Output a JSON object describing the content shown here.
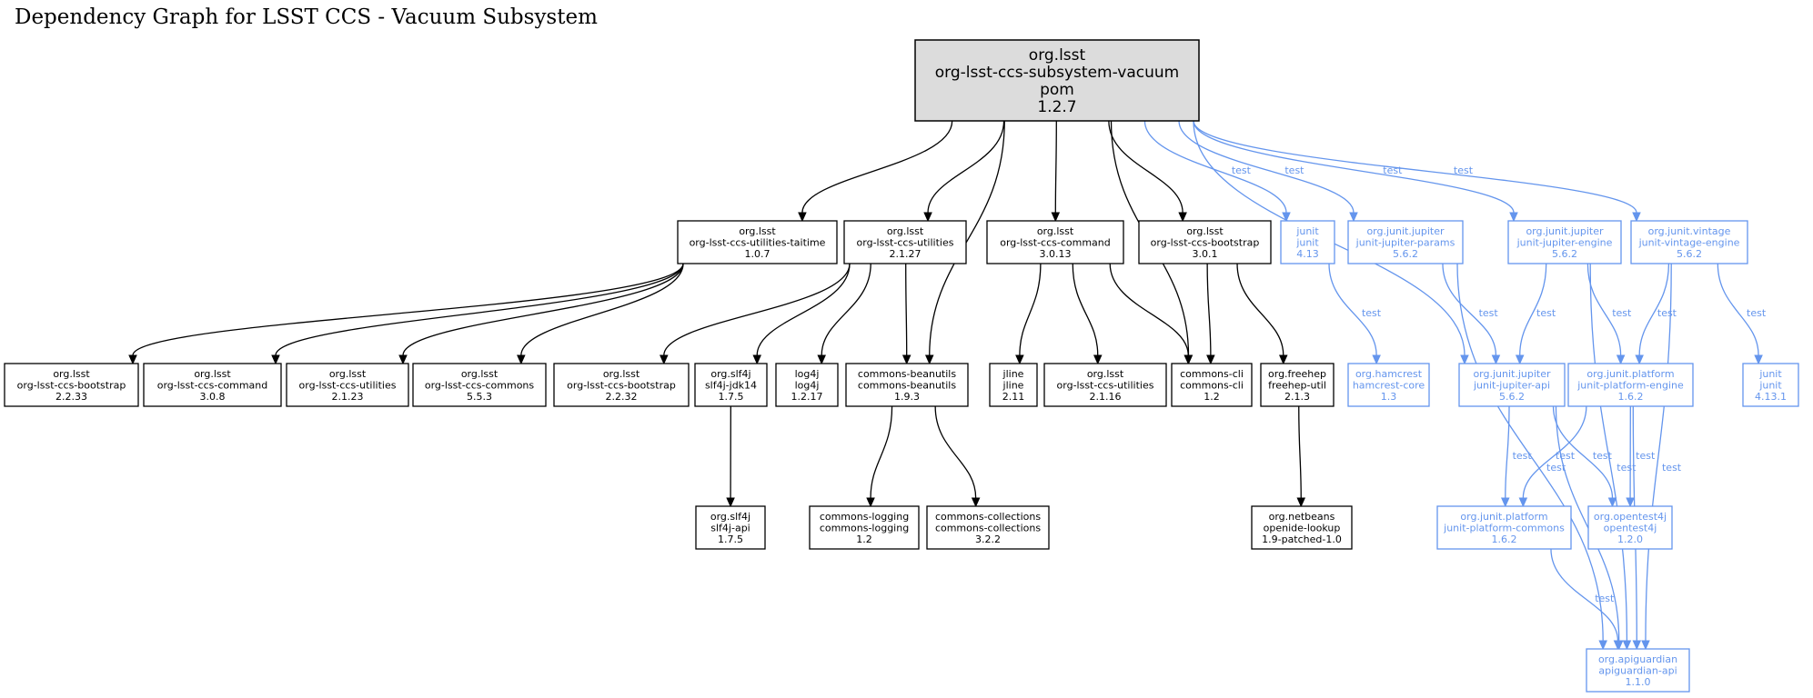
{
  "title": "Dependency Graph for LSST CCS - Vacuum Subsystem",
  "colors": {
    "compile": "#000000",
    "test": "#6495ed",
    "root_fill": "#dcdcdc"
  },
  "nodes": {
    "root": {
      "lines": [
        "org.lsst",
        "org-lsst-ccs-subsystem-vacuum",
        "pom",
        "1.2.7"
      ]
    },
    "taitime": {
      "lines": [
        "org.lsst",
        "org-lsst-ccs-utilities-taitime",
        "1.0.7"
      ]
    },
    "util2127": {
      "lines": [
        "org.lsst",
        "org-lsst-ccs-utilities",
        "2.1.27"
      ]
    },
    "cmd3013": {
      "lines": [
        "org.lsst",
        "org-lsst-ccs-command",
        "3.0.13"
      ]
    },
    "boot301": {
      "lines": [
        "org.lsst",
        "org-lsst-ccs-bootstrap",
        "3.0.1"
      ]
    },
    "junit413": {
      "lines": [
        "junit",
        "junit",
        "4.13"
      ],
      "test": true
    },
    "jparams": {
      "lines": [
        "org.junit.jupiter",
        "junit-jupiter-params",
        "5.6.2"
      ],
      "test": true
    },
    "jengine": {
      "lines": [
        "org.junit.jupiter",
        "junit-jupiter-engine",
        "5.6.2"
      ],
      "test": true
    },
    "vintage": {
      "lines": [
        "org.junit.vintage",
        "junit-vintage-engine",
        "5.6.2"
      ],
      "test": true
    },
    "boot2233": {
      "lines": [
        "org.lsst",
        "org-lsst-ccs-bootstrap",
        "2.2.33"
      ]
    },
    "cmd308": {
      "lines": [
        "org.lsst",
        "org-lsst-ccs-command",
        "3.0.8"
      ]
    },
    "util2123": {
      "lines": [
        "org.lsst",
        "org-lsst-ccs-utilities",
        "2.1.23"
      ]
    },
    "commons553": {
      "lines": [
        "org.lsst",
        "org-lsst-ccs-commons",
        "5.5.3"
      ]
    },
    "boot2232": {
      "lines": [
        "org.lsst",
        "org-lsst-ccs-bootstrap",
        "2.2.32"
      ]
    },
    "slf4jjdk": {
      "lines": [
        "org.slf4j",
        "slf4j-jdk14",
        "1.7.5"
      ]
    },
    "log4j": {
      "lines": [
        "log4j",
        "log4j",
        "1.2.17"
      ]
    },
    "beanutils": {
      "lines": [
        "commons-beanutils",
        "commons-beanutils",
        "1.9.3"
      ]
    },
    "jline": {
      "lines": [
        "jline",
        "jline",
        "2.11"
      ]
    },
    "util2116": {
      "lines": [
        "org.lsst",
        "org-lsst-ccs-utilities",
        "2.1.16"
      ]
    },
    "cli": {
      "lines": [
        "commons-cli",
        "commons-cli",
        "1.2"
      ]
    },
    "freehep": {
      "lines": [
        "org.freehep",
        "freehep-util",
        "2.1.3"
      ]
    },
    "hamcrest": {
      "lines": [
        "org.hamcrest",
        "hamcrest-core",
        "1.3"
      ],
      "test": true
    },
    "japi": {
      "lines": [
        "org.junit.jupiter",
        "junit-jupiter-api",
        "5.6.2"
      ],
      "test": true
    },
    "pengine": {
      "lines": [
        "org.junit.platform",
        "junit-platform-engine",
        "1.6.2"
      ],
      "test": true
    },
    "junit4131": {
      "lines": [
        "junit",
        "junit",
        "4.13.1"
      ],
      "test": true
    },
    "slf4japi": {
      "lines": [
        "org.slf4j",
        "slf4j-api",
        "1.7.5"
      ]
    },
    "logging": {
      "lines": [
        "commons-logging",
        "commons-logging",
        "1.2"
      ]
    },
    "collections": {
      "lines": [
        "commons-collections",
        "commons-collections",
        "3.2.2"
      ]
    },
    "openide": {
      "lines": [
        "org.netbeans",
        "openide-lookup",
        "1.9-patched-1.0"
      ]
    },
    "pcommons": {
      "lines": [
        "org.junit.platform",
        "junit-platform-commons",
        "1.6.2"
      ],
      "test": true
    },
    "opentest": {
      "lines": [
        "org.opentest4j",
        "opentest4j",
        "1.2.0"
      ],
      "test": true
    },
    "apiguardian": {
      "lines": [
        "org.apiguardian",
        "apiguardian-api",
        "1.1.0"
      ],
      "test": true
    }
  },
  "edges": [
    {
      "from": "root",
      "to": "taitime"
    },
    {
      "from": "root",
      "to": "util2127"
    },
    {
      "from": "root",
      "to": "beanutils"
    },
    {
      "from": "root",
      "to": "cmd3013"
    },
    {
      "from": "root",
      "to": "cli"
    },
    {
      "from": "root",
      "to": "boot301"
    },
    {
      "from": "root",
      "to": "junit413",
      "label": "test"
    },
    {
      "from": "root",
      "to": "jparams",
      "label": "test"
    },
    {
      "from": "root",
      "to": "japi",
      "label": "test"
    },
    {
      "from": "root",
      "to": "jengine",
      "label": "test"
    },
    {
      "from": "root",
      "to": "vintage",
      "label": "test"
    },
    {
      "from": "taitime",
      "to": "boot2233"
    },
    {
      "from": "taitime",
      "to": "cmd308"
    },
    {
      "from": "taitime",
      "to": "util2123"
    },
    {
      "from": "taitime",
      "to": "commons553"
    },
    {
      "from": "util2127",
      "to": "boot2232"
    },
    {
      "from": "util2127",
      "to": "slf4jjdk"
    },
    {
      "from": "util2127",
      "to": "log4j"
    },
    {
      "from": "util2127",
      "to": "beanutils"
    },
    {
      "from": "cmd3013",
      "to": "jline"
    },
    {
      "from": "cmd3013",
      "to": "util2116"
    },
    {
      "from": "cmd3013",
      "to": "cli"
    },
    {
      "from": "boot301",
      "to": "cli"
    },
    {
      "from": "boot301",
      "to": "freehep"
    },
    {
      "from": "slf4jjdk",
      "to": "slf4japi"
    },
    {
      "from": "beanutils",
      "to": "logging"
    },
    {
      "from": "beanutils",
      "to": "collections"
    },
    {
      "from": "freehep",
      "to": "openide"
    },
    {
      "from": "junit413",
      "to": "hamcrest",
      "label": "test"
    },
    {
      "from": "jparams",
      "to": "japi",
      "label": "test"
    },
    {
      "from": "jparams",
      "to": "apiguardian",
      "label": "test"
    },
    {
      "from": "jengine",
      "to": "japi",
      "label": "test"
    },
    {
      "from": "jengine",
      "to": "pengine",
      "label": "test"
    },
    {
      "from": "jengine",
      "to": "apiguardian",
      "label": "test"
    },
    {
      "from": "vintage",
      "to": "pengine",
      "label": "test"
    },
    {
      "from": "vintage",
      "to": "junit4131",
      "label": "test"
    },
    {
      "from": "vintage",
      "to": "apiguardian",
      "label": "test"
    },
    {
      "from": "japi",
      "to": "pcommons",
      "label": "test"
    },
    {
      "from": "japi",
      "to": "opentest",
      "label": "test"
    },
    {
      "from": "japi",
      "to": "apiguardian",
      "label": "test"
    },
    {
      "from": "pengine",
      "to": "pcommons",
      "label": "test"
    },
    {
      "from": "pengine",
      "to": "opentest",
      "label": "test"
    },
    {
      "from": "pengine",
      "to": "apiguardian",
      "label": "test"
    },
    {
      "from": "pcommons",
      "to": "apiguardian",
      "label": "test"
    }
  ]
}
